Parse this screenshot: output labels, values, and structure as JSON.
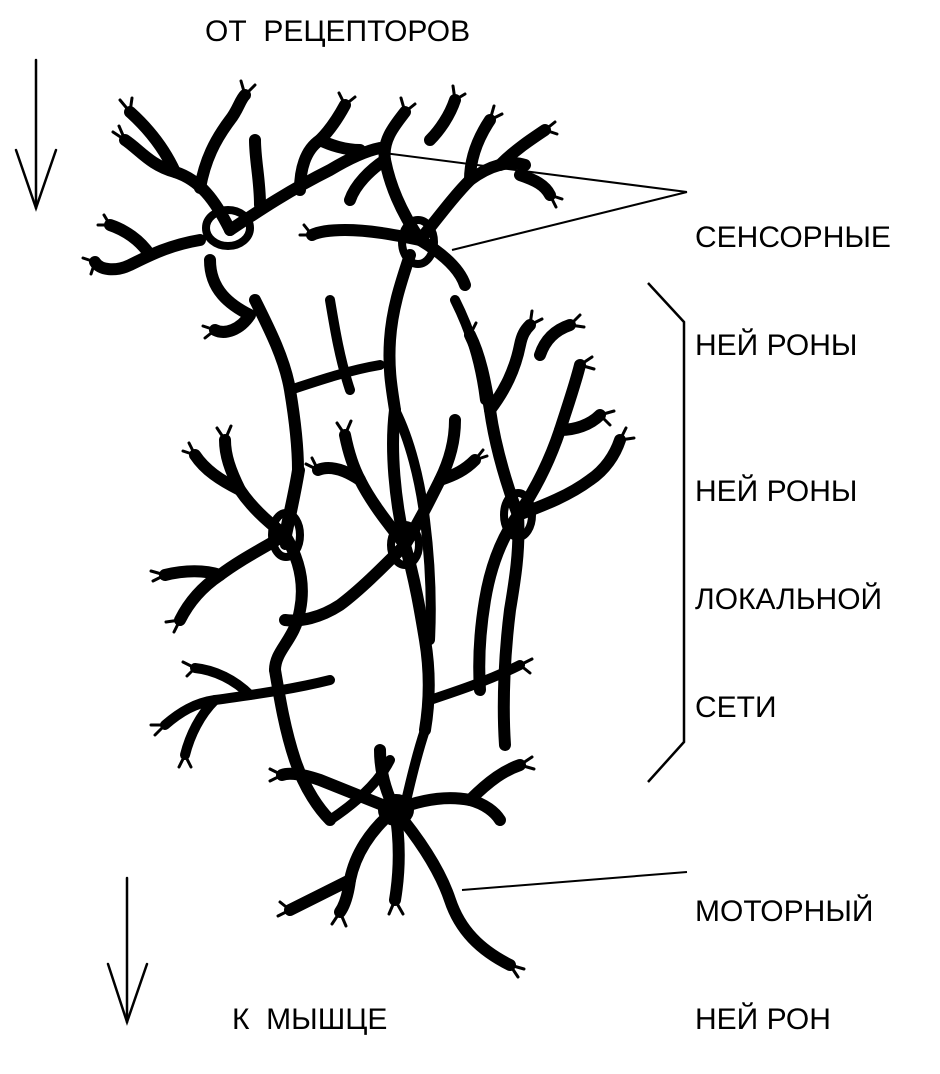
{
  "labels": {
    "top": "ОТ  РЕЦЕПТОРОВ",
    "bottom": "К  МЫШЦЕ",
    "sensory": [
      "СЕНСОРНЫЕ",
      "НЕЙ РОНЫ"
    ],
    "local": [
      "НЕЙ РОНЫ",
      "ЛОКАЛЬНОЙ",
      "СЕТИ"
    ],
    "motor": [
      "МОТОРНЫЙ",
      "НЕЙ РОН"
    ]
  },
  "colors": {
    "ink": "#000000",
    "background": "#ffffff"
  }
}
